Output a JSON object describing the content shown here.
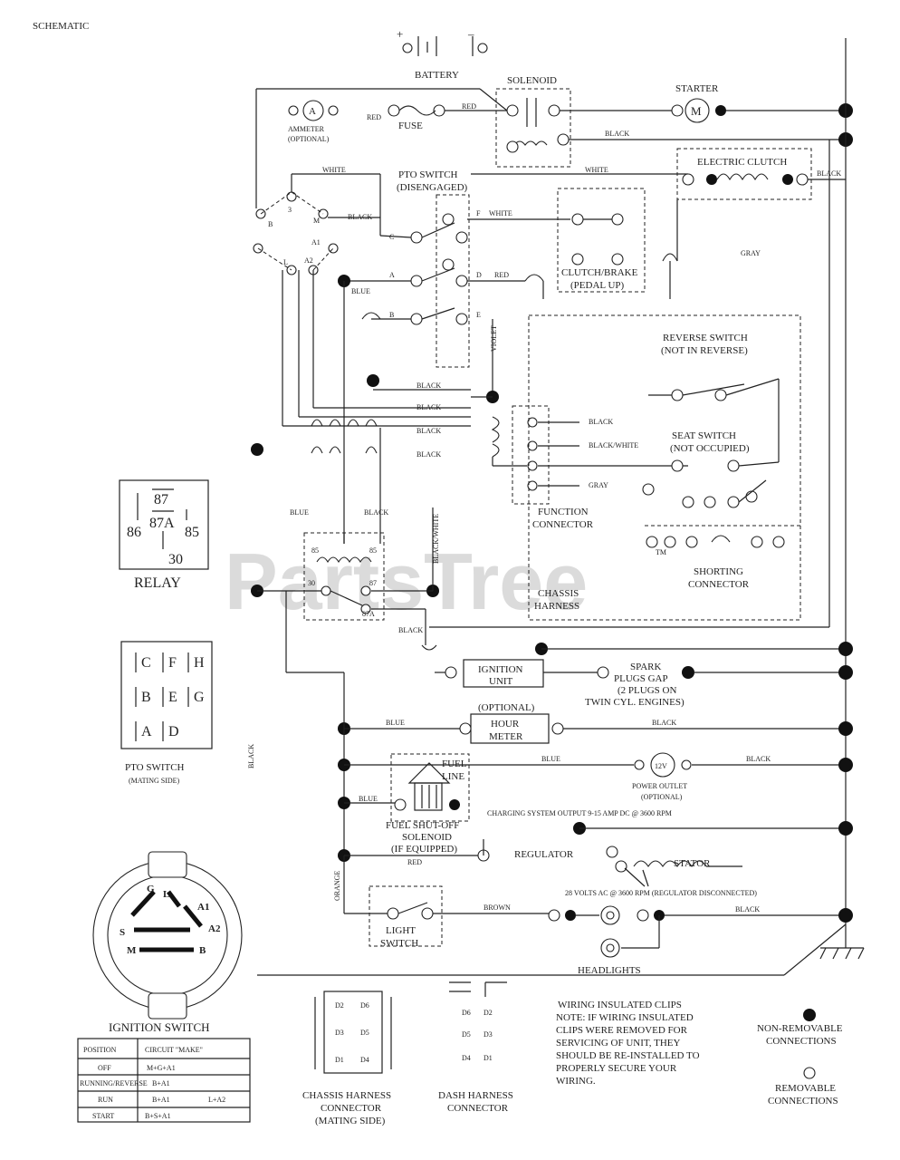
{
  "doc_id": "SCHEMATIC",
  "battery": {
    "label": "BATTERY",
    "plus": "+",
    "minus": "–"
  },
  "solenoid": "SOLENOID",
  "starter": "STARTER",
  "ammeter": {
    "label": "AMMETER",
    "sub": "(OPTIONAL)",
    "symbol": "A"
  },
  "fuse": "FUSE",
  "motor_symbol": "M",
  "wire_colors": {
    "red": "RED",
    "black": "BLACK",
    "white": "WHITE",
    "blue": "BLUE",
    "gray": "GRAY",
    "black_white": "BLACK/WHITE",
    "orange": "ORANGE",
    "brown": "BROWN",
    "violet": "VIOLET"
  },
  "pto_switch_diag": {
    "title": "PTO SWITCH",
    "sub": "(DISENGAGED)"
  },
  "electric_clutch": "ELECTRIC CLUTCH",
  "clutch_brake": {
    "title": "CLUTCH/BRAKE",
    "sub": "(PEDAL UP)"
  },
  "reverse_switch": {
    "title": "REVERSE SWITCH",
    "sub": "(NOT IN REVERSE)"
  },
  "seat_switch": {
    "title": "SEAT SWITCH",
    "sub": "(NOT OCCUPIED)"
  },
  "function_connector": {
    "line1": "FUNCTION",
    "line2": "CONNECTOR"
  },
  "shorting_connector": {
    "line1": "SHORTING",
    "line2": "CONNECTOR"
  },
  "chassis_harness": {
    "line1": "CHASSIS",
    "line2": "HARNESS"
  },
  "relay": {
    "title": "RELAY",
    "t87": "87",
    "t87a": "87A",
    "t86": "86",
    "t85": "85",
    "t30": "30"
  },
  "ignition_letters": {
    "b": "B",
    "s": "S",
    "m": "M",
    "a1": "A1",
    "a2": "A2",
    "l": "L",
    "g": "G"
  },
  "pto_letters": {
    "a": "A",
    "b": "B",
    "c": "C",
    "d": "D",
    "e": "E",
    "f": "F"
  },
  "pto_switch_mating": {
    "title": "PTO SWITCH",
    "sub": "(MATING SIDE)",
    "cells": [
      "C",
      "F",
      "H",
      "B",
      "E",
      "G",
      "A",
      "D"
    ]
  },
  "ignition_unit": {
    "line1": "IGNITION",
    "line2": "UNIT"
  },
  "spark_plugs": {
    "line1": "SPARK",
    "line2": "PLUGS GAP",
    "line3": "(2 PLUGS ON",
    "line4": "TWIN CYL. ENGINES)"
  },
  "hour_meter": {
    "optional": "(OPTIONAL)",
    "line1": "HOUR",
    "line2": "METER"
  },
  "fuel_line": {
    "line1": "FUEL",
    "line2": "LINE"
  },
  "power_outlet": {
    "symbol": "12V",
    "line1": "POWER OUTLET",
    "line2": "(OPTIONAL)"
  },
  "fuel_solenoid": {
    "line1": "FUEL SHUT-OFF",
    "line2": "SOLENOID",
    "line3": "(IF EQUIPPED)"
  },
  "charging": "CHARGING SYSTEM OUTPUT 9-15 AMP DC @ 3600 RPM",
  "regulator": "REGULATOR",
  "stator": "STATOR",
  "ac_note": "28 VOLTS AC @ 3600 RPM (REGULATOR DISCONNECTED)",
  "light_switch": {
    "line1": "LIGHT",
    "line2": "SWITCH"
  },
  "headlights": "HEADLIGHTS",
  "ignition_switch": {
    "title": "IGNITION SWITCH",
    "headers": [
      "POSITION",
      "CIRCUIT \"MAKE\""
    ],
    "rows": [
      [
        "OFF",
        "M+G+A1",
        ""
      ],
      [
        "RUNNING/REVERSE",
        "B+A1",
        ""
      ],
      [
        "RUN",
        "B+A1",
        "L+A2"
      ],
      [
        "START",
        "B+S+A1",
        ""
      ]
    ]
  },
  "chassis_connector": {
    "line1": "CHASSIS HARNESS",
    "line2": "CONNECTOR",
    "line3": "(MATING SIDE)",
    "cells": [
      "D2",
      "D6",
      "D3",
      "D5",
      "D1",
      "D4"
    ]
  },
  "dash_connector": {
    "line1": "DASH HARNESS",
    "line2": "CONNECTOR",
    "cells": [
      "D6",
      "D2",
      "D5",
      "D3",
      "D4",
      "D1"
    ]
  },
  "note": {
    "line1": "WIRING INSULATED CLIPS",
    "line2": "NOTE: IF WIRING INSULATED",
    "line3": "CLIPS WERE REMOVED FOR",
    "line4": "SERVICING OF UNIT, THEY",
    "line5": "SHOULD BE RE-INSTALLED TO",
    "line6": "PROPERLY SECURE YOUR",
    "line7": "WIRING."
  },
  "legend": {
    "nonremovable": {
      "line1": "NON-REMOVABLE",
      "line2": "CONNECTIONS"
    },
    "removable": {
      "line1": "REMOVABLE",
      "line2": "CONNECTIONS"
    }
  },
  "watermark": {
    "text": "PartsTree",
    "tm": "TM"
  }
}
